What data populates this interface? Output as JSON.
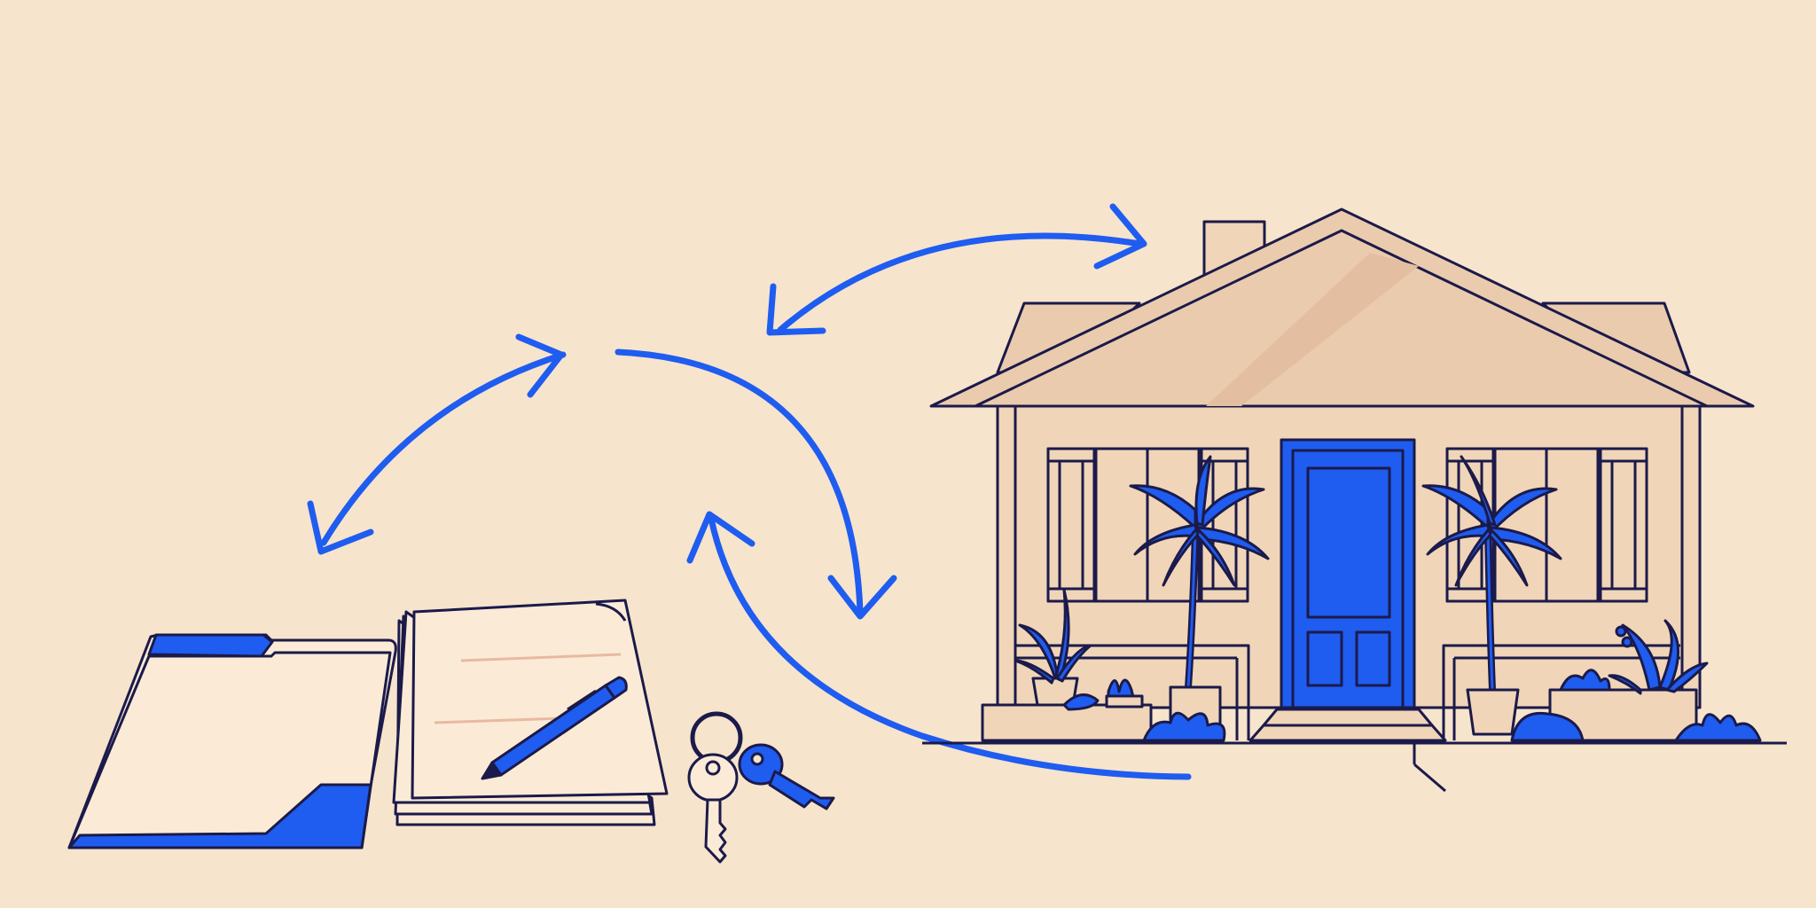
{
  "palette": {
    "background": "#F6E4CC",
    "ink": "#1B1A4A",
    "accent": "#1F5CF0",
    "house_fill": "#F0D5B8",
    "roof_fill": "#EBCBAE",
    "paper_fill": "#FBEBD6"
  },
  "illustration": {
    "subject": "house-transaction-cycle",
    "arrows": {
      "count": 6,
      "style": "curved-double-headed-cycle"
    },
    "objects": [
      "folder-icon",
      "document-stack-icon",
      "pen-icon",
      "house-keys-icon",
      "house-icon",
      "palm-tree-icon",
      "potted-plant-icon"
    ]
  }
}
